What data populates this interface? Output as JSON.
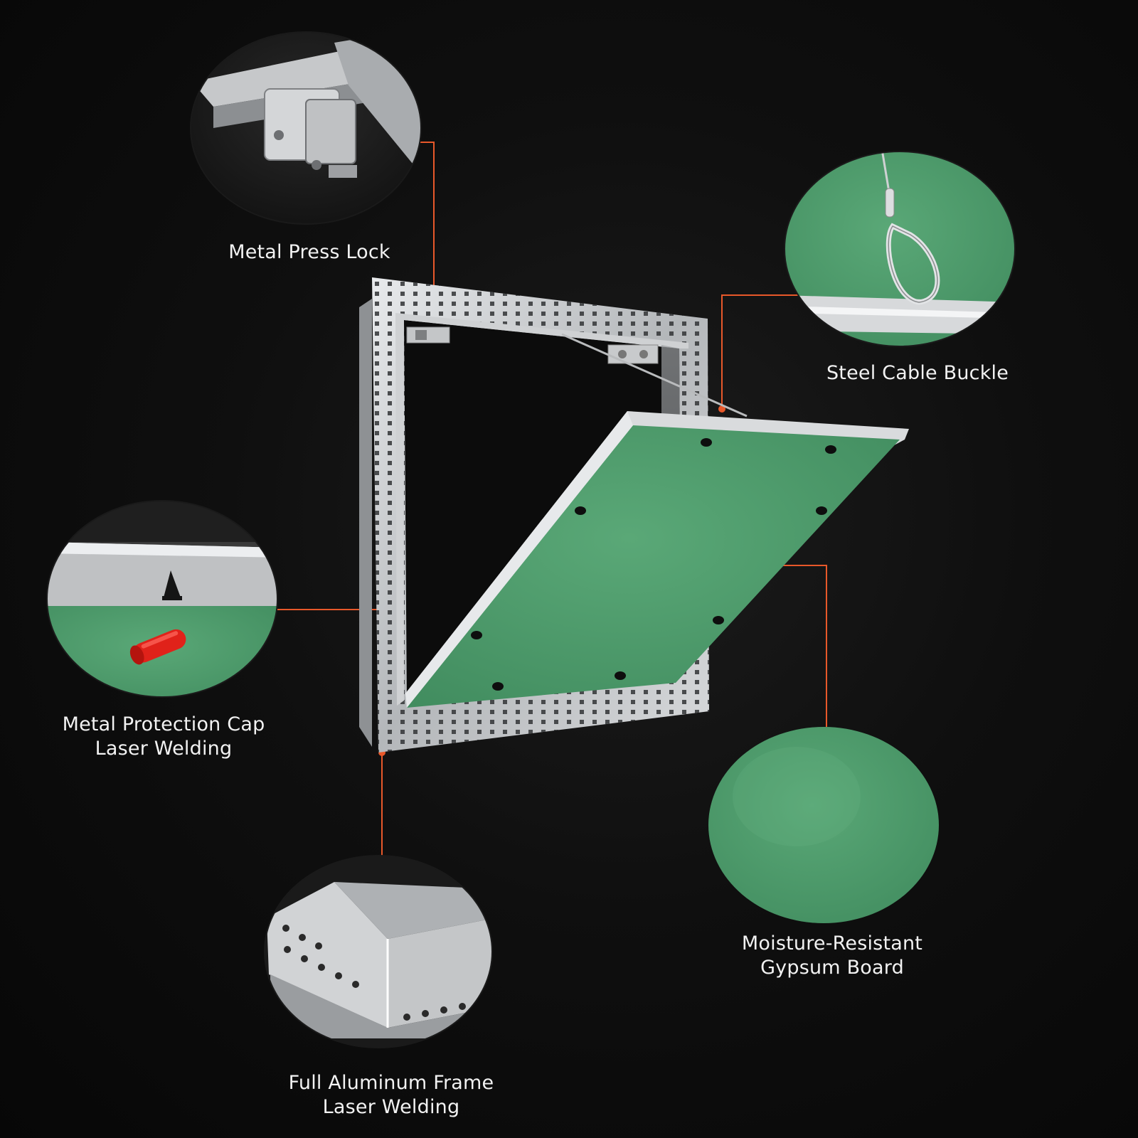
{
  "callouts": {
    "metal_press_lock": {
      "line1": "Metal Press Lock"
    },
    "steel_cable_buckle": {
      "line1": "Steel Cable Buckle"
    },
    "metal_protection_cap": {
      "line1": "Metal Protection Cap",
      "line2": "Laser Welding"
    },
    "moisture_resistant_board": {
      "line1": "Moisture-Resistant",
      "line2": "Gypsum Board"
    },
    "aluminum_frame": {
      "line1": "Full Aluminum Frame",
      "line2": "Laser Welding"
    }
  },
  "colors": {
    "background": "#0b0b0b",
    "leader_line": "#e8582a",
    "gypsum_green": "#4f9b6c",
    "aluminum": "#c9cbcd",
    "label_text": "#f2f2f2"
  }
}
